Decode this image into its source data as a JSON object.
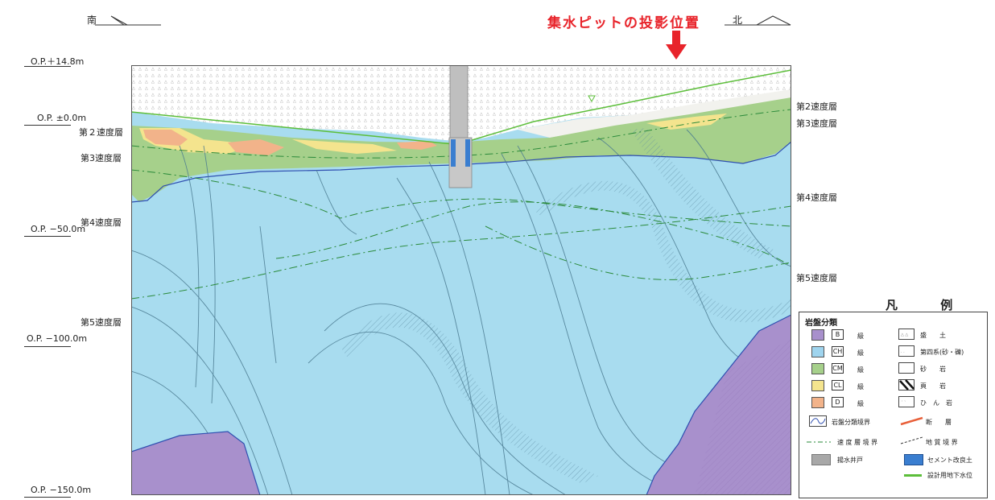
{
  "compass": {
    "south": "南",
    "north": "北"
  },
  "pit_label": "集水ピットの投影位置",
  "elevations": [
    {
      "text": "O.P.＋14.8m"
    },
    {
      "text": "O.P. ±0.0m"
    },
    {
      "text": "O.P. −50.0m"
    },
    {
      "text": "O.P. −100.0m"
    },
    {
      "text": "O.P. −150.0m"
    }
  ],
  "left_layers": [
    "第２速度層",
    "第3速度層",
    "第4速度層",
    "第5速度層"
  ],
  "right_layers": [
    "第2速度層",
    "第3速度層",
    "第4速度層",
    "第5速度層"
  ],
  "legend": {
    "title": "凡 例",
    "rock_class_heading": "岩盤分類",
    "rock_classes": [
      {
        "code": "B",
        "label": "B",
        "suffix": "級",
        "color": "#a890cc"
      },
      {
        "code": "CH",
        "label": "CH",
        "suffix": "級",
        "color": "#9fd4ee"
      },
      {
        "code": "CM",
        "label": "CM",
        "suffix": "級",
        "color": "#a6d08b"
      },
      {
        "code": "CL",
        "label": "CL",
        "suffix": "級",
        "color": "#f4e48e"
      },
      {
        "code": "D",
        "label": "D",
        "suffix": "級",
        "color": "#f2b38a"
      }
    ],
    "soil_types": [
      {
        "label": "盛　　土"
      },
      {
        "label": "第四系(砂・礫)"
      },
      {
        "label": "砂　　岩"
      },
      {
        "label": "頁　　岩"
      },
      {
        "label": "ひ　ん　岩"
      }
    ],
    "rock_boundary": "岩盤分類境界",
    "fault": "断　　層",
    "velocity_boundary": "速 度 層 境 界",
    "geologic_boundary": "地 質 境 界",
    "well": "揚水井戸",
    "cement": "セメント改良土",
    "groundwater": "設計用地下水位",
    "colors": {
      "fault": "#e8603a",
      "velocity": "#2a8a3a",
      "well": "#a8a8a8",
      "cement": "#3a7ed0",
      "groundwater": "#5cbe3a"
    }
  }
}
